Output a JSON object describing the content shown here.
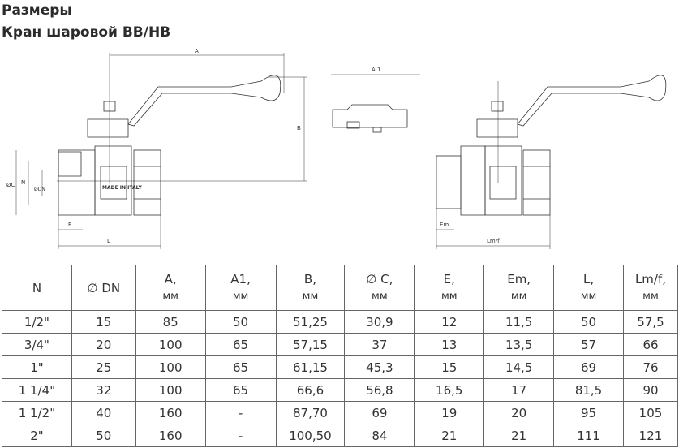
{
  "heading": "Размеры",
  "subheading": "Кран шаровой ВВ/НВ",
  "drawing_labels": {
    "A": "A",
    "B": "B",
    "C": "ØC",
    "N": "N",
    "DN": "ØDN",
    "E": "E",
    "L": "L",
    "A1": "A 1",
    "Em": "Em",
    "Lmf": "Lm/f",
    "logo": "MADE IN ITALY"
  },
  "table": {
    "headers": [
      {
        "name": "N",
        "unit": ""
      },
      {
        "name": "∅ DN",
        "unit": ""
      },
      {
        "name": "A,",
        "unit": "мм"
      },
      {
        "name": "A1,",
        "unit": "мм"
      },
      {
        "name": "B,",
        "unit": "мм"
      },
      {
        "name": "∅ C,",
        "unit": "мм"
      },
      {
        "name": "E,",
        "unit": "мм"
      },
      {
        "name": "Em,",
        "unit": "мм"
      },
      {
        "name": "L,",
        "unit": "мм"
      },
      {
        "name": "Lm/f,",
        "unit": "мм"
      }
    ],
    "rows": [
      [
        "1/2\"",
        "15",
        "85",
        "50",
        "51,25",
        "30,9",
        "12",
        "11,5",
        "50",
        "57,5"
      ],
      [
        "3/4\"",
        "20",
        "100",
        "65",
        "57,15",
        "37",
        "13",
        "13,5",
        "57",
        "66"
      ],
      [
        "1\"",
        "25",
        "100",
        "65",
        "61,15",
        "45,3",
        "15",
        "14,5",
        "69",
        "76"
      ],
      [
        "1 1/4\"",
        "32",
        "100",
        "65",
        "66,6",
        "56,8",
        "16,5",
        "17",
        "81,5",
        "90"
      ],
      [
        "1 1/2\"",
        "40",
        "160",
        "-",
        "87,70",
        "69",
        "19",
        "20",
        "95",
        "105"
      ],
      [
        "2\"",
        "50",
        "160",
        "-",
        "100,50",
        "84",
        "21",
        "21",
        "111",
        "121"
      ]
    ]
  }
}
